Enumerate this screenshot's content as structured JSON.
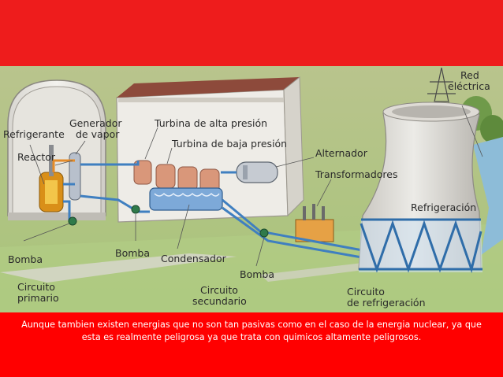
{
  "colors": {
    "banner": "#ee1c1c",
    "caption_bg": "#ff0000",
    "caption_text": "#ffffff",
    "pipe_blue": "#3f7fc0",
    "grass": "#a9c779",
    "reactor_core": "#e8a21c",
    "pipe_orange": "#e58b28"
  },
  "diagram": {
    "labels": {
      "red_electrica_line1": "Red",
      "red_electrica_line2": "eléctrica",
      "refrigerante": "Refrigerante",
      "generador_line1": "Generador",
      "generador_line2": "de vapor",
      "turbina_alta": "Turbina de alta presión",
      "turbina_baja": "Turbina de baja presión",
      "reactor": "Reactor",
      "alternador": "Alternador",
      "transformadores": "Transformadores",
      "refrigeracion": "Refrigeración",
      "bomba_left": "Bomba",
      "bomba_mid": "Bomba",
      "condensador": "Condensador",
      "bomba_right": "Bomba",
      "circuito_primario_line1": "Circuito",
      "circuito_primario_line2": "primario",
      "circuito_secundario_line1": "Circuito",
      "circuito_secundario_line2": "secundario",
      "circuito_refrigeracion_line1": "Circuito",
      "circuito_refrigeracion_line2": "de refrigeración"
    }
  },
  "caption": {
    "text": "Aunque tambien existen energias que no son tan pasivas como en el caso de la energia nuclear, ya que esta es realmente peligrosa ya que trata con quimicos altamente peligrosos."
  }
}
